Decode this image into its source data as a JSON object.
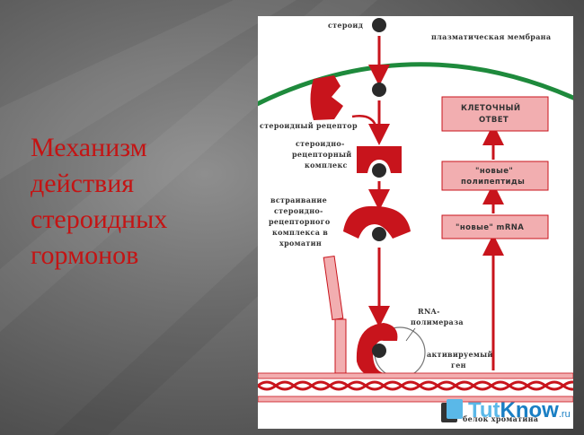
{
  "slide": {
    "title_lines": [
      "Механизм",
      "действия",
      "стероидных",
      "гормонов"
    ]
  },
  "diagram": {
    "labels": {
      "steroid": "стероид",
      "membrane": "плазматическая мембрана",
      "receptor": "стероидный рецептор",
      "complex_1": "стероидно-",
      "complex_2": "рецепторный",
      "complex_3": "комплекс",
      "embed_1": "встраивание",
      "embed_2": "стероидно-",
      "embed_3": "рецепторного",
      "embed_4": "комплекса в",
      "embed_5": "хроматин",
      "rna_1": "RNA-",
      "rna_2": "полимераза",
      "gene_1": "активируемый",
      "gene_2": "ген",
      "chromatin_protein": "белок хроматина"
    },
    "boxes": {
      "response_1": "КЛЕТОЧНЫЙ",
      "response_2": "ОТВЕТ",
      "polypeptides_1": "\"новые\"",
      "polypeptides_2": "полипептиды",
      "mrna": "\"новые\" mRNA"
    },
    "colors": {
      "red": "#c8141c",
      "green": "#1e8a3c",
      "pink": "#f2aeb0",
      "dark": "#2a2a2a"
    }
  },
  "watermark": {
    "part1": "Tut",
    "part2": "Know",
    "suffix": ".ru"
  }
}
